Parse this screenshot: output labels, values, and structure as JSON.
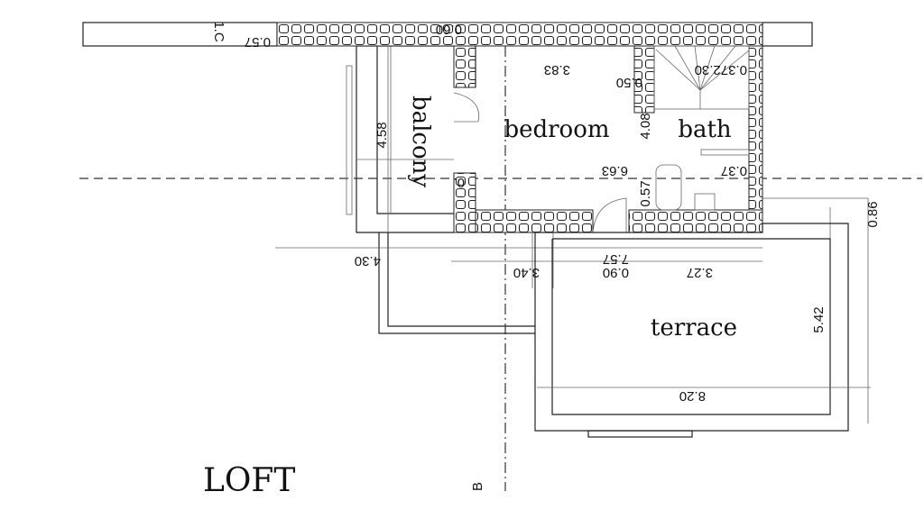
{
  "title": "LOFT",
  "rooms": {
    "balcony": "balcony",
    "bedroom": "bedroom",
    "bath": "bath",
    "terrace": "terrace"
  },
  "dimensions": {
    "top_left_height": "1.C",
    "top_left_width": "0.57",
    "top_wall": "0.60",
    "bedroom_width": "3.83",
    "partition": "0.50",
    "bath_width": "0.372.30",
    "partition_height": "4.08",
    "total_inner": "6.63",
    "door_offset": "0.57",
    "bath_right": "0.37",
    "balcony_height": "4.58",
    "left_total": "4.30",
    "seg_1": "3.40",
    "seg_2": "0.90",
    "overall": "7.57",
    "seg_3": "3.27",
    "terrace_depth": "5.42",
    "terrace_width": "8.20",
    "right_offset": "0.86",
    "wall_left": "0.",
    "section_mark": "B"
  },
  "colors": {
    "ink": "#111111",
    "wall_fill": "#ffffff"
  }
}
